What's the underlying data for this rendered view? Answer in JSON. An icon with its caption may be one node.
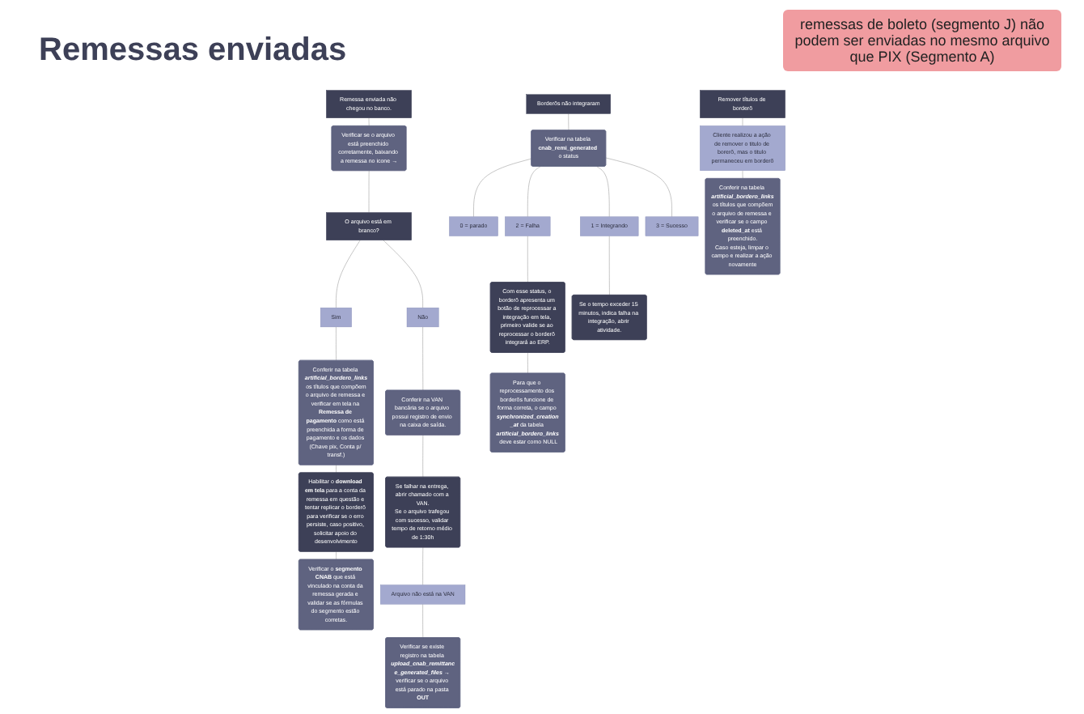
{
  "diagram": {
    "title": "Remessas enviadas",
    "nodes": [
      {
        "text": [
          "O arquivo está em branco?"
        ]
      },
      {
        "text": [
          "Sim"
        ]
      },
      {
        "text": [
          "Não"
        ]
      },
      {
        "text": [
          "Conferir na tabela *artificial_bordero_links* os títulos que compõem o arquivo de remessa e verificar em tela na **Remessa de pagamento** como está preenchida a forma de pagamento e os dados (Chave pix, Conta p/ transf.)"
        ]
      },
      {
        "text": [
          "Habilitar o **download em tela** para a conta da remessa em questão e tentar replicar o borderô para verificar se o erro persiste, caso positivo, solicitar apoio do desenvolvimento"
        ]
      },
      {
        "text": [
          "Verificar o **segmento CNAB** que está vinculado na conta da remessa gerada e validar se as fórmulas do segmento estão corretas."
        ]
      },
      {
        "text": [
          "Conferir na VAN bancária se o arquivo possui registro de envio na caixa de saída."
        ]
      },
      {
        "text": [
          "Se falhar na entrega, abrir chamado com a VAN.",
          "Se o arquivo trafegou com sucesso, validar tempo de retorno médio de 1:30h"
        ]
      },
      {
        "text": [
          "Arquivo não está na VAN"
        ]
      },
      {
        "text": [
          "Verificar se existe registro na tabela *upload_cnab_remittance_generated_files* → verificar se o arquivo está parado na pasta **OUT**"
        ]
      },
      {
        "text": [
          "Remessa enviada não chegou no banco."
        ]
      },
      {
        "text": [
          "Verificar se o arquivo está preenchido corretamente, baixando a remessa no icone →"
        ]
      },
      {
        "text": [
          "Borderôs não integraram"
        ]
      },
      {
        "text": [
          "Verificar na tabela **cnab_remi_generated** o status"
        ]
      },
      {
        "text": [
          "0 = parado"
        ]
      },
      {
        "text": [
          "2 = Falha"
        ]
      },
      {
        "text": [
          "1 = Integrando"
        ]
      },
      {
        "text": [
          "3 = Sucesso"
        ]
      },
      {
        "text": [
          "Com esse status, o borderô apresenta um botão de reprocessar a integração em tela, primeiro valide se ao reprocessar o borderô integrará ao ERP."
        ]
      },
      {
        "text": [
          "Se o tempo exceder 15 minutos, indica falha na integração, abrir atividade."
        ]
      },
      {
        "text": [
          "Para que o reprocessamento dos borderôs funcione de forma correta, o campo *synchronized_creation_at* da tabela *artificial_bordero_links* deve estar como NULL"
        ]
      },
      {
        "text": [
          "Remover títulos de borderô"
        ]
      },
      {
        "text": [
          "Cliente realizou a ação de remover o titulo de borerô, mas o titulo permaneceu em borderô"
        ]
      },
      {
        "text": [
          "Conferir na tabela *artificial_bordero_links* os títulos que compõem o arquivo de remessa e verificar se o campo **deleted_at** está preenchido.",
          "Caso esteja, limpar o campo e realizar a ação novamente"
        ]
      }
    ],
    "edges": [
      {
        "from": 10,
        "to": 11,
        "arrow": "none"
      },
      {
        "from": 11,
        "to": 0,
        "arrow": "none"
      },
      {
        "from": 0,
        "to": 1,
        "arrow": "none"
      },
      {
        "from": 0,
        "to": 2,
        "arrow": "none"
      },
      {
        "from": 1,
        "to": 3,
        "arrow": "none"
      },
      {
        "from": 3,
        "to": 4,
        "arrow": "none"
      },
      {
        "from": 4,
        "to": 5,
        "arrow": "none"
      },
      {
        "from": 2,
        "to": 6,
        "arrow": "none"
      },
      {
        "from": 6,
        "to": 7,
        "arrow": "none"
      },
      {
        "from": 7,
        "to": 8,
        "arrow": "none"
      },
      {
        "from": 8,
        "to": 9,
        "arrow": "none"
      },
      {
        "from": 12,
        "to": 13,
        "arrow": "none"
      },
      {
        "from": 13,
        "to": 14,
        "arrow": "none"
      },
      {
        "from": 13,
        "to": 15,
        "arrow": "none"
      },
      {
        "from": 13,
        "to": 16,
        "arrow": "none"
      },
      {
        "from": 13,
        "to": 17,
        "arrow": "none"
      },
      {
        "from": 15,
        "to": 18,
        "arrow": "none"
      },
      {
        "from": 16,
        "to": 19,
        "arrow": "none"
      },
      {
        "from": 18,
        "to": 20,
        "arrow": "none"
      },
      {
        "from": 21,
        "to": 22,
        "arrow": "none"
      },
      {
        "from": 22,
        "to": 23,
        "arrow": "none"
      }
    ],
    "labels": [
      "remessas de boleto (segmento J) não podem ser enviadas no mesmo arquivo que PIX (Segmento A)"
    ]
  }
}
